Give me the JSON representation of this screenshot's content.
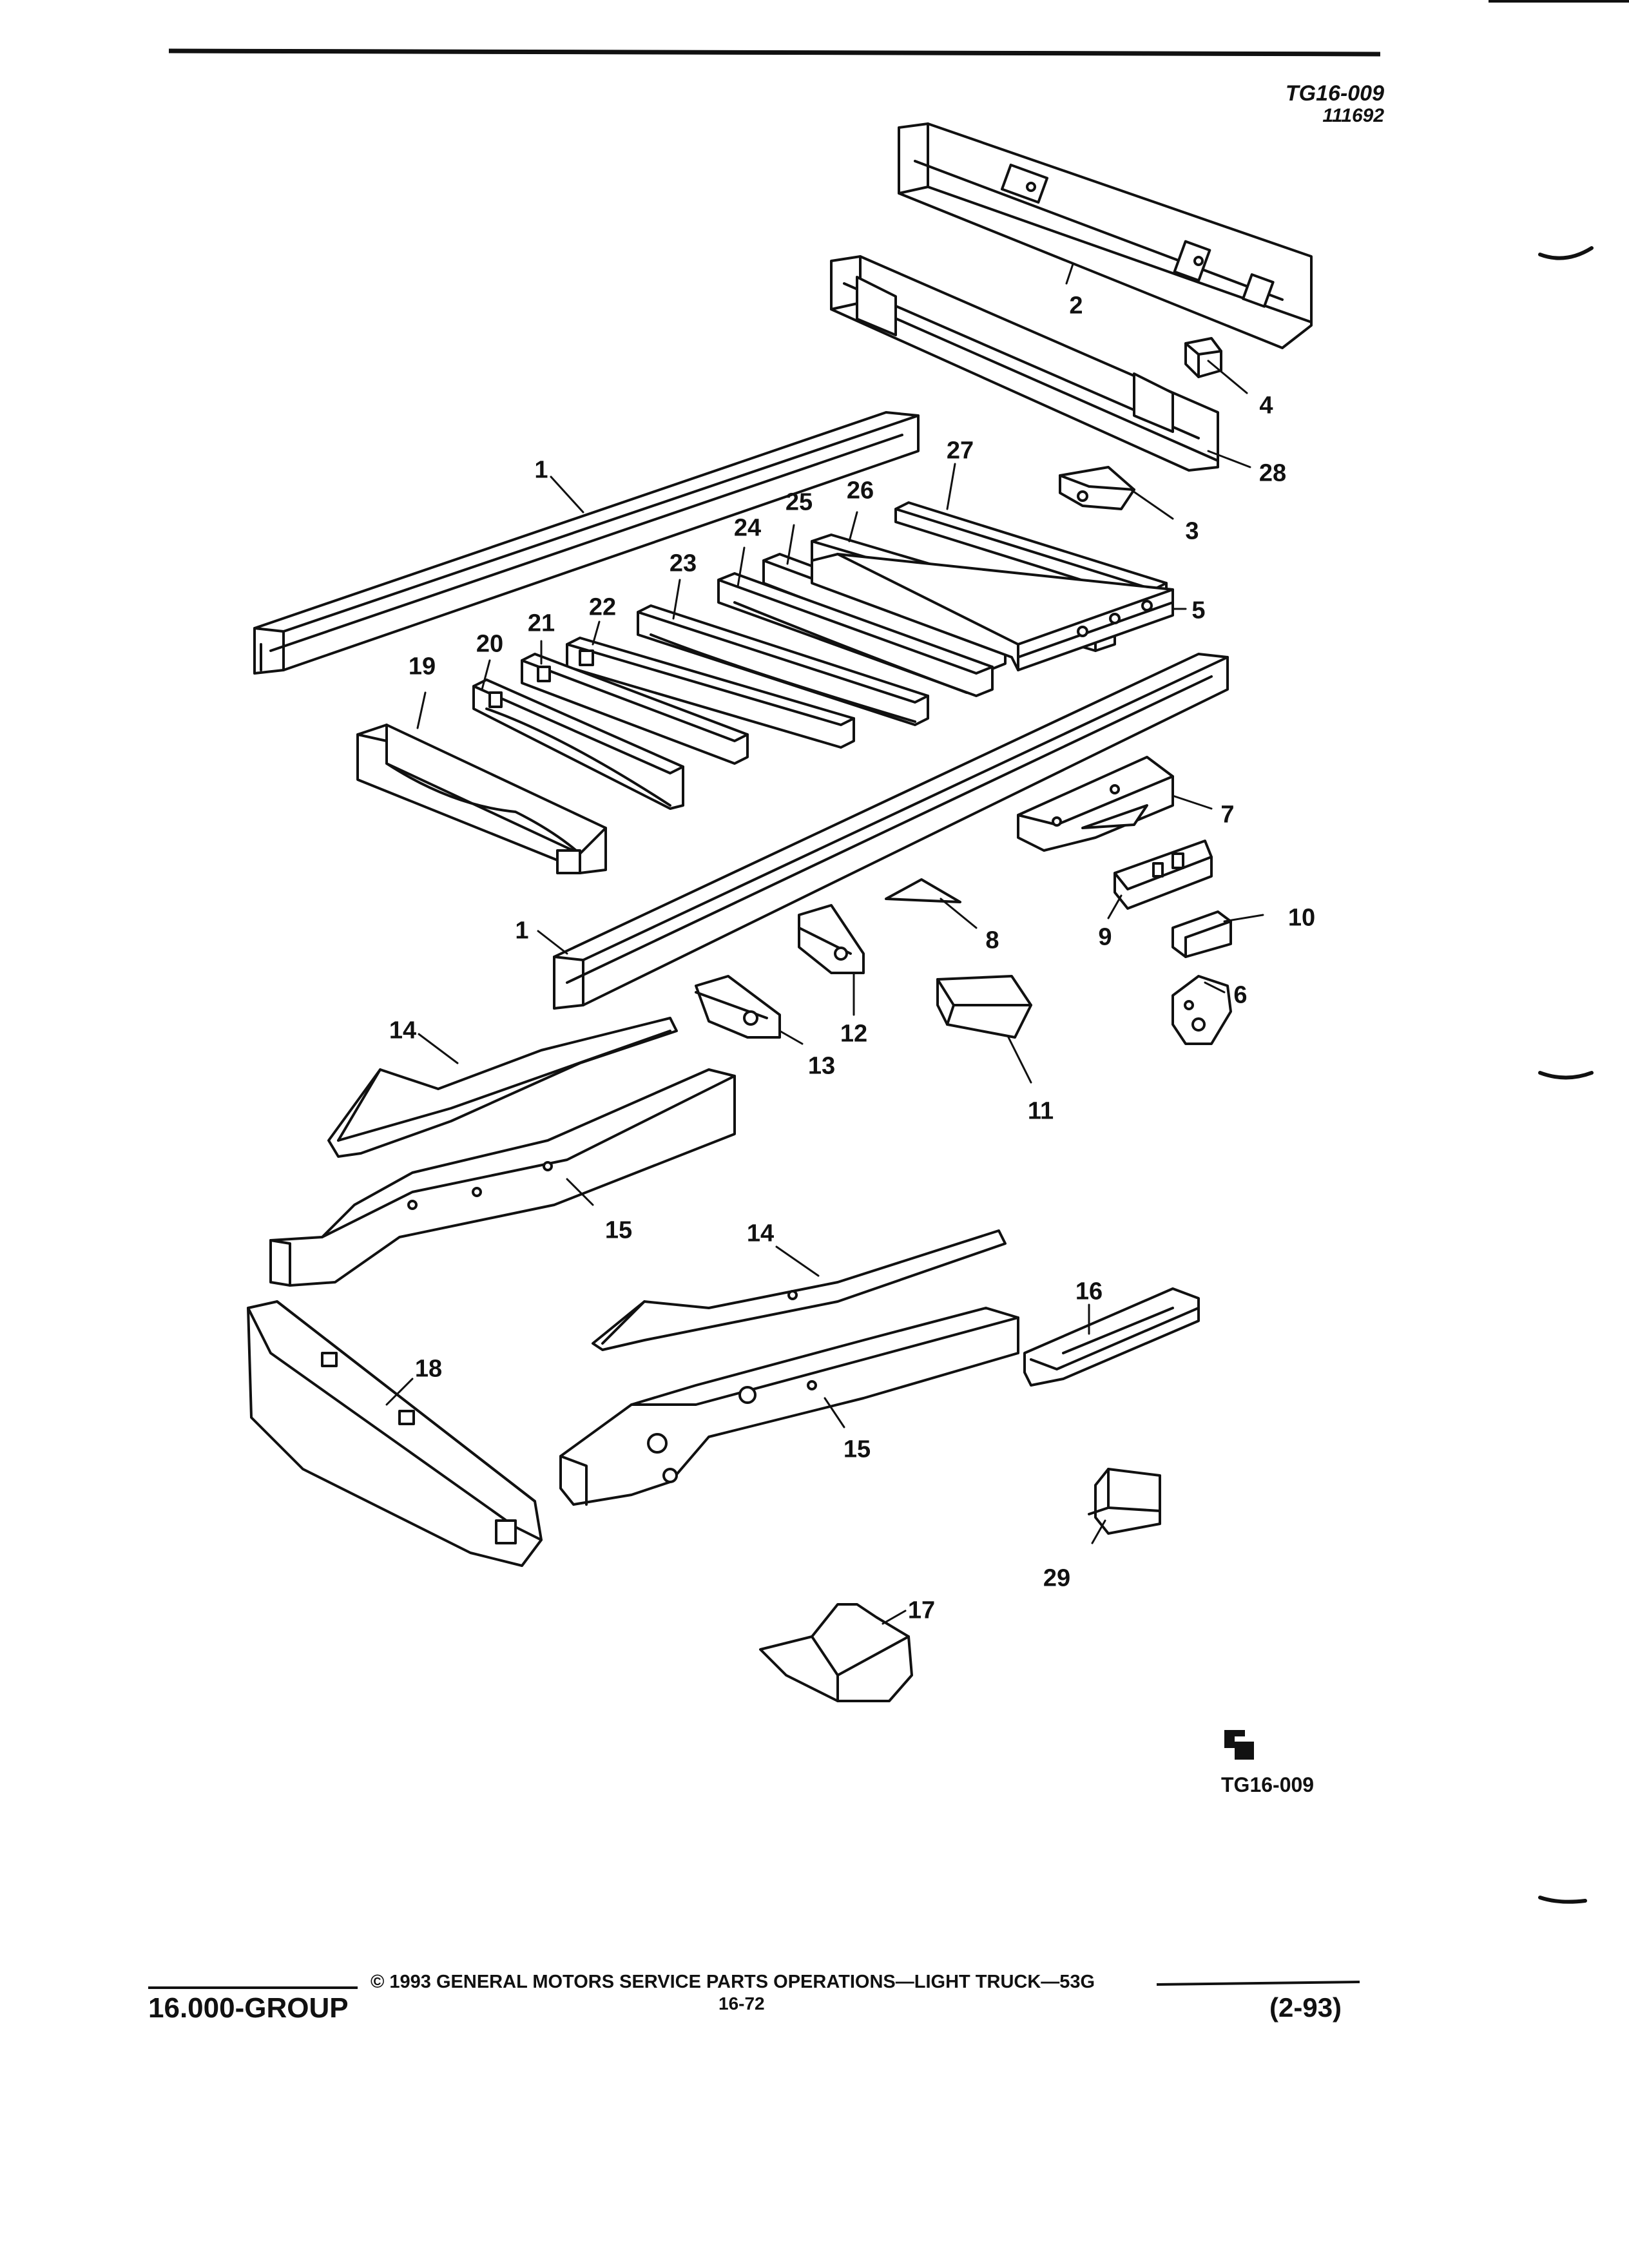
{
  "header": {
    "code": "TG16-009",
    "number": "111692"
  },
  "callouts": {
    "c1a": "1",
    "c1b": "1",
    "c2": "2",
    "c3": "3",
    "c4": "4",
    "c5": "5",
    "c6": "6",
    "c7": "7",
    "c8": "8",
    "c9": "9",
    "c10": "10",
    "c11": "11",
    "c12": "12",
    "c13": "13",
    "c14a": "14",
    "c14b": "14",
    "c15a": "15",
    "c15b": "15",
    "c16": "16",
    "c17": "17",
    "c18": "18",
    "c19": "19",
    "c20": "20",
    "c21": "21",
    "c22": "22",
    "c23": "23",
    "c24": "24",
    "c25": "25",
    "c26": "26",
    "c27": "27",
    "c28": "28",
    "c29": "29"
  },
  "figure_code": "TG16-009",
  "footer": {
    "group": "16.000-GROUP",
    "copyright": "© 1993 GENERAL MOTORS SERVICE PARTS OPERATIONS—LIGHT TRUCK—53G",
    "page": "16-72",
    "date": "(2-93)"
  }
}
